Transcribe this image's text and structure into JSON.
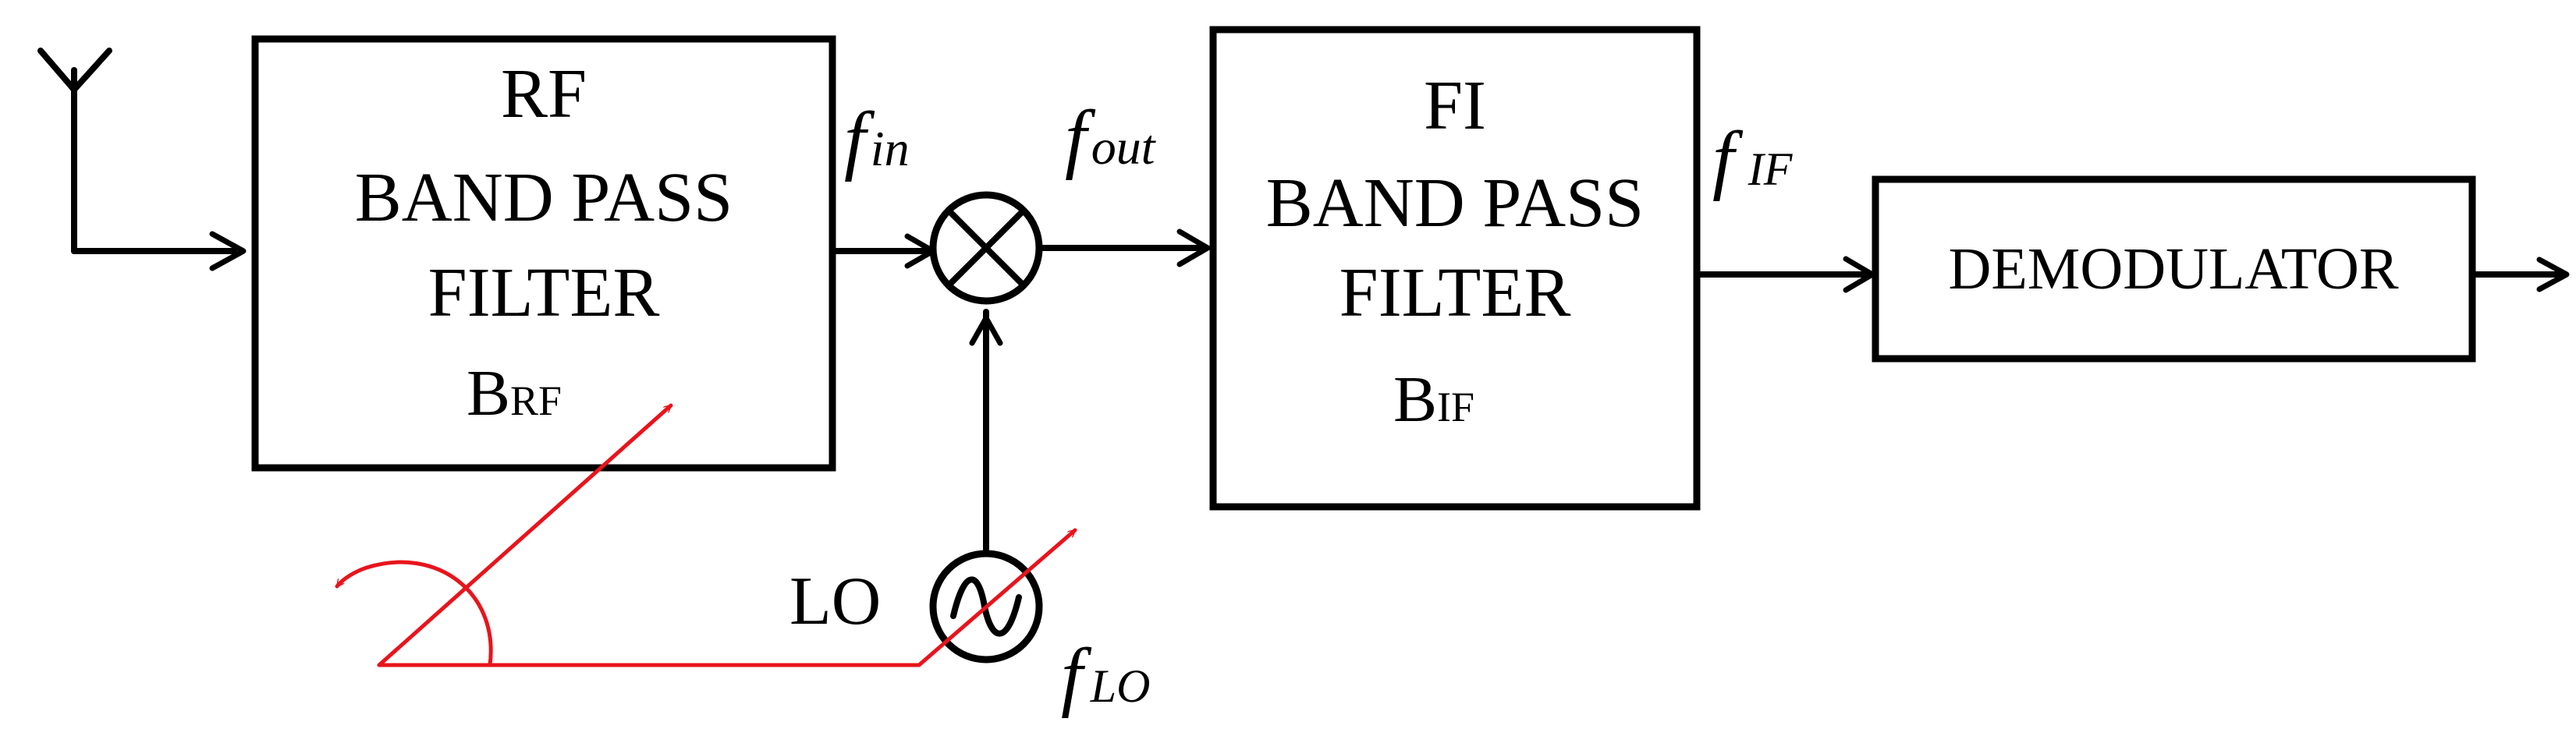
{
  "blocks": {
    "rf_filter": {
      "lines": [
        "RF",
        "BAND  PASS",
        "FILTER"
      ],
      "bandwidth_main": "B",
      "bandwidth_sub": "RF"
    },
    "if_filter": {
      "lines": [
        "FI",
        "BAND PASS",
        "FILTER"
      ],
      "bandwidth_main": "B",
      "bandwidth_sub": "IF"
    },
    "demodulator": {
      "label": "DEMODULATOR"
    }
  },
  "oscillator": {
    "label": "LO"
  },
  "signals": {
    "f_in": {
      "main": "f",
      "sub": "in"
    },
    "f_out": {
      "main": "f",
      "sub": "out"
    },
    "f_if": {
      "main": "f",
      "sub": "IF"
    },
    "f_lo": {
      "main": "f",
      "sub": "LO"
    }
  },
  "colors": {
    "line": "#000000",
    "annotation": "#e8141c",
    "background": "#ffffff"
  },
  "icons": [
    "antenna-icon",
    "mixer-icon",
    "sine-wave-icon"
  ]
}
